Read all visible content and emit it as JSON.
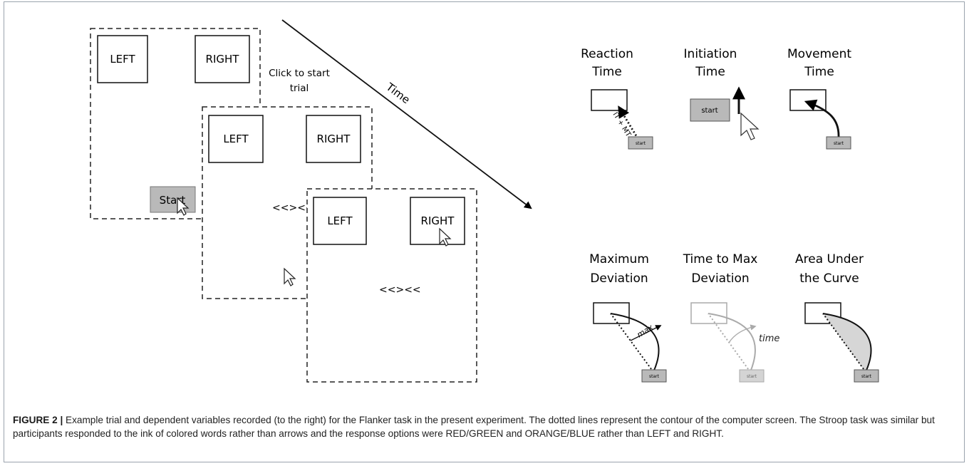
{
  "trial": {
    "left": "LEFT",
    "right": "RIGHT",
    "start": "Start",
    "click_line1": "Click to start",
    "click_line2": "trial",
    "time": "Time",
    "stimulus": "<<><<"
  },
  "variables": {
    "reaction": {
      "line1": "Reaction",
      "line2": "Time",
      "path_label": "IT + MT",
      "box": "start"
    },
    "initiation": {
      "line1": "Initiation",
      "line2": "Time",
      "box": "start"
    },
    "movement": {
      "line1": "Movement",
      "line2": "Time",
      "box": "start"
    },
    "max_dev": {
      "line1": "Maximum",
      "line2": "Deviation",
      "marker": "max",
      "box": "start"
    },
    "time_to_max": {
      "line1": "Time to Max",
      "line2": "Deviation",
      "marker": "time",
      "box": "start"
    },
    "auc": {
      "line1": "Area Under",
      "line2": "the Curve",
      "box": "start"
    }
  },
  "caption": {
    "label": "FIGURE 2 |",
    "text": " Example trial and dependent variables recorded (to the right) for the Flanker task in the present experiment. The dotted lines represent the contour of the computer screen. The Stroop task was similar but participants responded to the ink of colored words rather than arrows and the response options were RED/GREEN and ORANGE/BLUE rather than LEFT and RIGHT."
  }
}
